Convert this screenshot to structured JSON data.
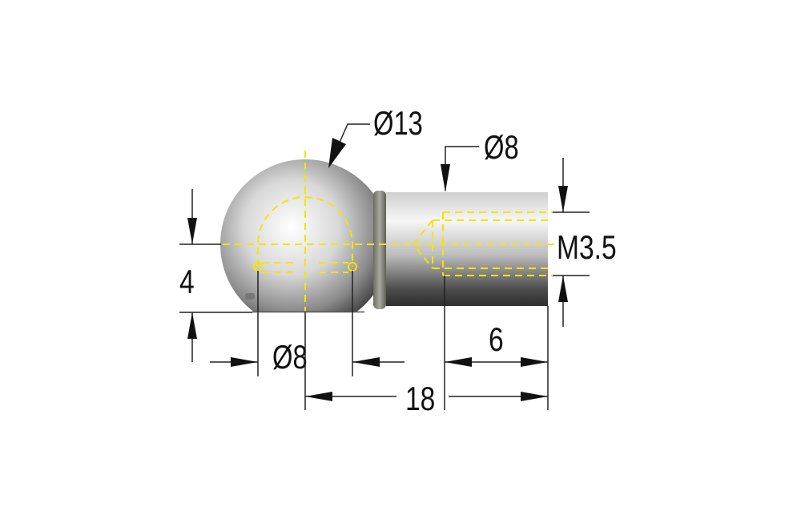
{
  "drawing": {
    "labels": {
      "ball_diameter": "Ø13",
      "shank_diameter": "Ø8",
      "thread": "M3.5",
      "height": "4",
      "opening_diameter": "Ø8",
      "thread_depth": "6",
      "overall_length": "18"
    },
    "colors": {
      "hidden_lines": "#f5e400",
      "dimension_lines": "#222222",
      "metal_light": "#f4f4f4",
      "metal_dark": "#3a3a3a"
    }
  }
}
